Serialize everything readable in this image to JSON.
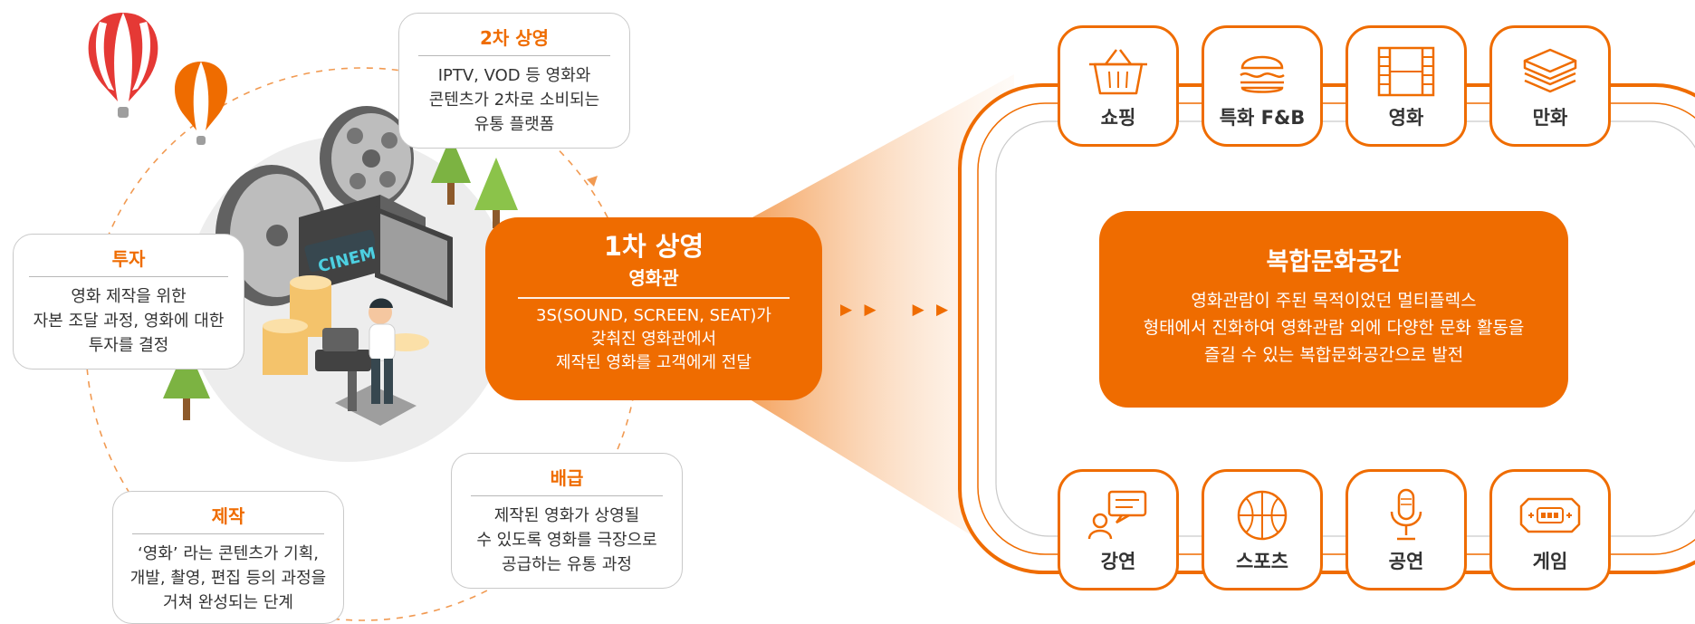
{
  "colors": {
    "accent": "#ef6c00",
    "accent_light": "#f7a15c",
    "border_gray": "#c9c9c9"
  },
  "cycle": {
    "secondary": {
      "title": "2차 상영",
      "desc": "IPTV, VOD 등 영화와\n콘텐츠가 2차로 소비되는\n유통 플랫폼"
    },
    "investment": {
      "title": "투자",
      "desc": "영화 제작을 위한\n자본 조달 과정, 영화에 대한\n투자를 결정"
    },
    "production": {
      "title": "제작",
      "desc": "‘영화’ 라는 콘텐츠가 기획,\n개발, 촬영, 편집 등의 과정을\n거쳐 완성되는 단계"
    },
    "distribution": {
      "title": "배급",
      "desc": "제작된 영화가 상영될\n수 있도록 영화를 극장으로\n공급하는 유통 과정"
    }
  },
  "primary": {
    "title": "1차 상영",
    "subtitle": "영화관",
    "desc": "3S(SOUND, SCREEN, SEAT)가\n갖춰진 영화관에서\n제작된 영화를 고객에게 전달"
  },
  "illustration": {
    "marquee_text": "CINEMA"
  },
  "arrows": {
    "group1": "▶ ▶",
    "group2": "▶ ▶"
  },
  "complex": {
    "title": "복합문화공간",
    "desc": "영화관람이 주된 목적이었던 멀티플렉스\n형태에서 진화하여 영화관람 외에 다양한 문화 활동을\n즐길 수 있는 복합문화공간으로 발전"
  },
  "categories_top": [
    {
      "label": "쇼핑",
      "icon": "shopping-basket-icon"
    },
    {
      "label": "특화 F&B",
      "icon": "burger-icon"
    },
    {
      "label": "영화",
      "icon": "film-strip-icon"
    },
    {
      "label": "만화",
      "icon": "book-stack-icon"
    }
  ],
  "categories_bottom": [
    {
      "label": "강연",
      "icon": "lecture-speech-icon"
    },
    {
      "label": "스포츠",
      "icon": "ball-icon"
    },
    {
      "label": "공연",
      "icon": "microphone-icon"
    },
    {
      "label": "게임",
      "icon": "gamepad-icon"
    }
  ]
}
